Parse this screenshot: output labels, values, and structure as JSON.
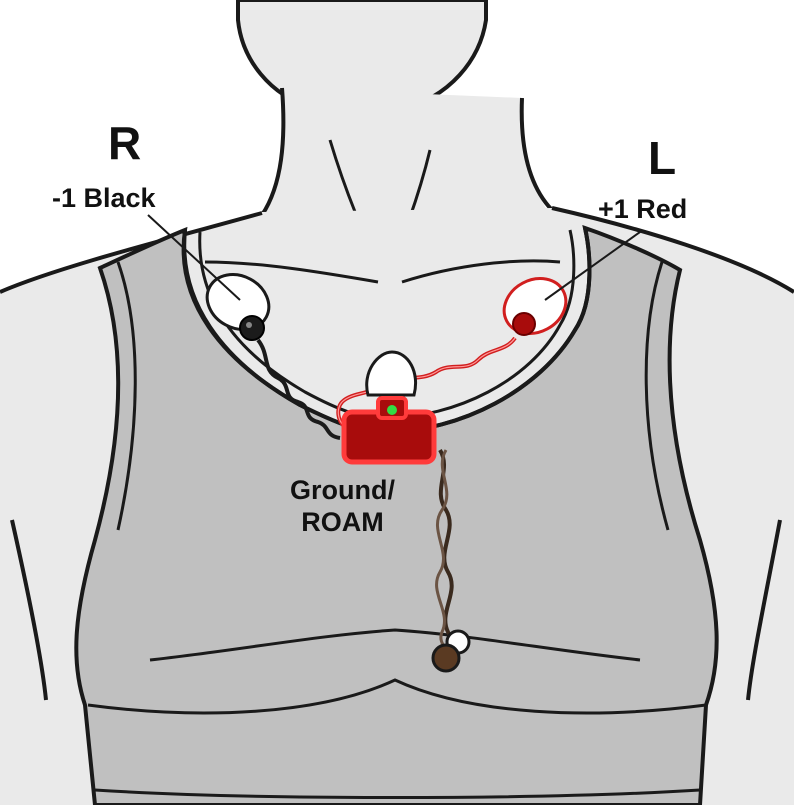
{
  "labels": {
    "right_side": "R",
    "left_side": "L",
    "negative_lead": "-1 Black",
    "positive_lead": "+1 Red",
    "ground_line1": "Ground/",
    "ground_line2": "ROAM"
  },
  "colors": {
    "skin": "#eaeaea",
    "garment": "#c0c0c0",
    "outline": "#1a1a1a",
    "red_lead": "#d11f1f",
    "red_device": "#a80c0c",
    "black_lead": "#1b1b1b",
    "brown_lead": "#5a3a22",
    "status_led": "#33dd44"
  },
  "icons": {
    "electrode_right": "electrode-pad-icon",
    "electrode_left": "electrode-pad-icon",
    "electrode_ground": "electrode-pad-icon",
    "recorder": "recorder-device-icon",
    "connector_brown": "snap-connector-icon",
    "connector_white": "snap-connector-icon"
  }
}
